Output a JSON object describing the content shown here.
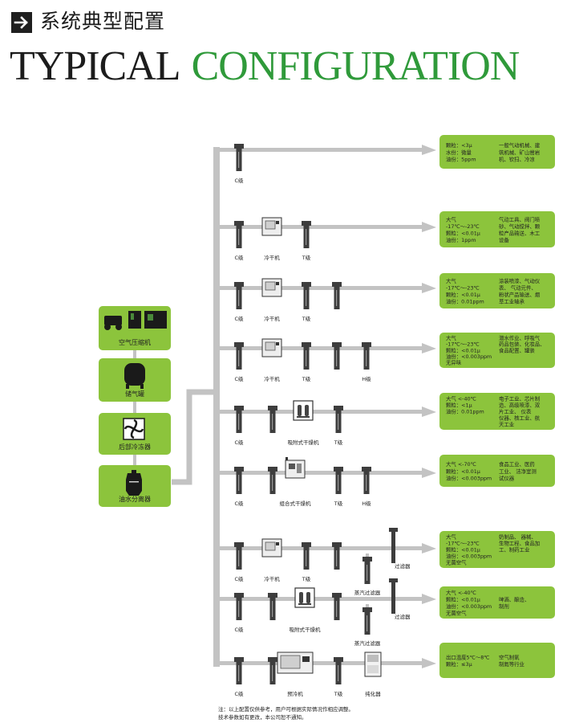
{
  "header": {
    "arrow_icon": "arrow-right-icon",
    "title_cn": "系统典型配置",
    "title_part1": "TYPICAL",
    "title_part2": "CONFIGURATION",
    "title_color_dark": "#1c1c1c",
    "title_color_green": "#2f9a3a"
  },
  "colors": {
    "box_green": "#8cc43c",
    "pipe_gray": "#c3c3c3",
    "filter_dark": "#3d3d3d"
  },
  "source_chain": [
    {
      "label": "空气压缩机",
      "icon": "air-compressor-icon"
    },
    {
      "label": "储气罐",
      "icon": "air-tank-icon"
    },
    {
      "label": "后部冷冻器",
      "icon": "aftercooler-fan-icon"
    },
    {
      "label": "油水分离器",
      "icon": "oil-water-separator-icon"
    }
  ],
  "branches": [
    {
      "components": [
        {
          "type": "filter",
          "label": "C级"
        }
      ],
      "spec_lines": [
        "颗粒：<3μ",
        "水份：微量",
        "油份：5ppm"
      ],
      "app_lines": [
        "一般气动机械、建",
        "筑机械、矿山凿岩",
        "机、钦扫、冷凉"
      ]
    },
    {
      "components": [
        {
          "type": "filter",
          "label": "C级"
        },
        {
          "type": "dryer",
          "label": "冷干机"
        },
        {
          "type": "filter",
          "label": "T级"
        }
      ],
      "spec_lines": [
        "大气",
        "-17℃～-23℃",
        "颗粒：<0.01μ",
        "油份：1ppm"
      ],
      "app_lines": [
        "气动工具、阀门喷",
        "砂、气动搅拌、颗",
        "粒产品输送、木工",
        "设备"
      ]
    },
    {
      "components": [
        {
          "type": "filter",
          "label": "C级"
        },
        {
          "type": "dryer",
          "label": "冷干机"
        },
        {
          "type": "filter",
          "label": "T级"
        },
        {
          "type": "filter",
          "label": ""
        }
      ],
      "spec_lines": [
        "大气",
        "-17℃～-23℃",
        "颗粒：<0.01μ",
        "油份：0.01ppm"
      ],
      "app_lines": [
        "涂装喷漆、气动仪",
        "表、  气动元件、",
        "粉状产品输送、烟",
        "草工业轴承"
      ]
    },
    {
      "components": [
        {
          "type": "filter",
          "label": "C级"
        },
        {
          "type": "dryer",
          "label": "冷干机"
        },
        {
          "type": "filter",
          "label": "T级"
        },
        {
          "type": "filter",
          "label": ""
        },
        {
          "type": "filter",
          "label": "H级"
        }
      ],
      "spec_lines": [
        "大气",
        "-17℃～-23℃",
        "颗粒：<0.01μ",
        "油份：<0.003ppm",
        "无异味"
      ],
      "app_lines": [
        "潜水作业、呼吸气",
        "药品包装、化妆品、",
        "食品配置、罐装"
      ]
    },
    {
      "components": [
        {
          "type": "filter",
          "label": "C级"
        },
        {
          "type": "filter",
          "label": ""
        },
        {
          "type": "adsorb",
          "label": "吸附式干燥机"
        },
        {
          "type": "filter",
          "label": "T级"
        }
      ],
      "spec_lines": [
        "大气       <-40℃",
        "颗粒：<1μ",
        "油份：0.01ppm"
      ],
      "app_lines": [
        "电子工业、芯片制",
        "造、高级喷漆、双",
        "片工业、    仪表",
        "仪器、核工业、航",
        "天工业"
      ]
    },
    {
      "components": [
        {
          "type": "filter",
          "label": "C级"
        },
        {
          "type": "filter",
          "label": ""
        },
        {
          "type": "combo",
          "label": "组合式干燥机"
        },
        {
          "type": "filter",
          "label": "T级"
        },
        {
          "type": "filter",
          "label": "H级"
        }
      ],
      "spec_lines": [
        "大气       <-70℃",
        "颗粒：<0.01μ",
        "油份：<0.003ppm"
      ],
      "app_lines": [
        "食品工业、医药",
        "工业、 洁净室测",
        "试仪器"
      ]
    },
    {
      "components": [
        {
          "type": "filter",
          "label": "C级"
        },
        {
          "type": "dryer",
          "label": "冷干机"
        },
        {
          "type": "filter",
          "label": "T级"
        },
        {
          "type": "filter",
          "label": ""
        }
      ],
      "extras": [
        {
          "label": "蒸汽过滤器"
        },
        {
          "label": "过滤器"
        }
      ],
      "spec_lines": [
        "大气",
        "-17℃～-23℃",
        "颗粒：<0.01μ",
        "油份：<0.003ppm",
        "无菌空气"
      ],
      "app_lines": [
        "奶制品、    器械、",
        "生物工程、食品加",
        "工、制药工业"
      ]
    },
    {
      "components": [
        {
          "type": "filter",
          "label": "C级"
        },
        {
          "type": "filter",
          "label": ""
        },
        {
          "type": "adsorb",
          "label": "吸附式干燥机"
        },
        {
          "type": "filter",
          "label": ""
        }
      ],
      "extras": [
        {
          "label": "蒸汽过滤器"
        },
        {
          "label": "过滤器"
        }
      ],
      "spec_lines": [
        "大气       <-40℃",
        "颗粒：<0.01μ",
        "油份：<0.003ppm",
        "无菌空气"
      ],
      "app_lines": [
        "",
        "啤酒、酿造、",
        "     制剂"
      ]
    },
    {
      "components": [
        {
          "type": "filter",
          "label": "C级"
        },
        {
          "type": "filter",
          "label": ""
        },
        {
          "type": "precool",
          "label": "预冷机"
        },
        {
          "type": "filter",
          "label": "T级"
        },
        {
          "type": "purifier",
          "label": "纯化器"
        }
      ],
      "spec_lines": [
        "出口温度5℃～8℃",
        "颗粒：≤3μ"
      ],
      "app_lines": [
        "空气制氧",
        "制氮等行业"
      ]
    }
  ],
  "footnote_lines": [
    "注：以上配置仅供参考，用户可根据实际情况作相应调整。",
    "技术参数如有更改，本公司恕不通知。"
  ]
}
